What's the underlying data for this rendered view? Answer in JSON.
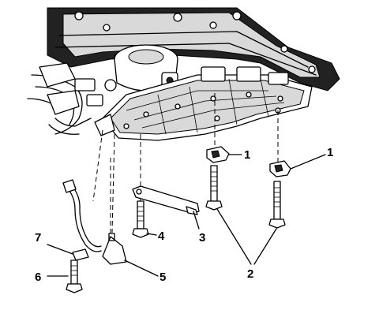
{
  "callouts": [
    {
      "id": "c1a",
      "text": "1"
    },
    {
      "id": "c1b",
      "text": "1"
    },
    {
      "id": "c2",
      "text": "2"
    },
    {
      "id": "c3",
      "text": "3"
    },
    {
      "id": "c4",
      "text": "4"
    },
    {
      "id": "c5",
      "text": "5"
    },
    {
      "id": "c6",
      "text": "6"
    },
    {
      "id": "c7",
      "text": "7"
    }
  ]
}
